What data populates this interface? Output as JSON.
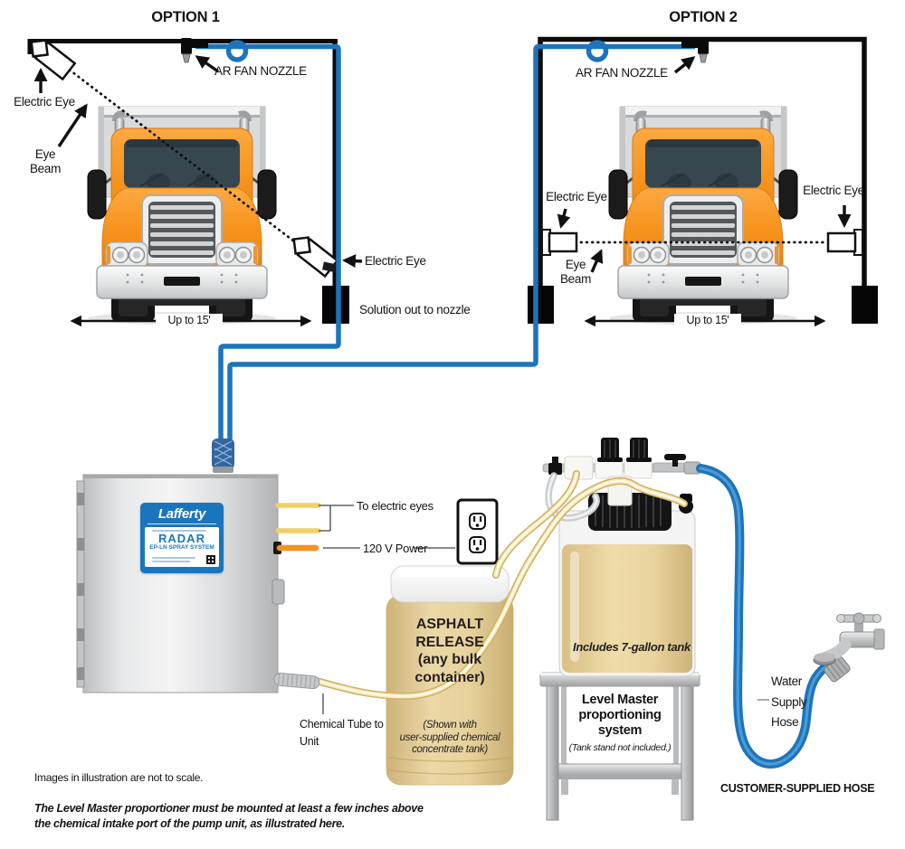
{
  "option1": {
    "title": "OPTION 1",
    "electric_eye_left": "Electric Eye",
    "eye_beam_line1": "Eye",
    "eye_beam_line2": "Beam",
    "ar_fan_nozzle": "AR FAN NOZZLE",
    "electric_eye_right": "Electric Eye",
    "solution_out": "Solution out to nozzle",
    "distance": "Up to 15'"
  },
  "option2": {
    "title": "OPTION 2",
    "ar_fan_nozzle": "AR FAN NOZZLE",
    "electric_eye_left": "Electric Eye",
    "electric_eye_right": "Electric Eye",
    "eye_beam_line1": "Eye",
    "eye_beam_line2": "Beam",
    "distance": "Up to 15'"
  },
  "pump": {
    "brand": "Lafferty",
    "model": "RADAR",
    "system": "EP-LN SPRAY SYSTEM",
    "wires_label": "To electric eyes",
    "power_label": "120 V Power",
    "chem_tube_line1": "Chemical Tube to",
    "chem_tube_line2": "Unit"
  },
  "container": {
    "line1": "ASPHALT",
    "line2": "RELEASE",
    "line3": "(any bulk",
    "line4": "container)",
    "note1": "(Shown with",
    "note2": "user-supplied chemical",
    "note3": "concentrate tank)"
  },
  "proportioner": {
    "tank_note": "Includes 7-gallon tank",
    "name_line1": "Level Master",
    "name_line2": "proportioning",
    "name_line3": "system",
    "stand_note": "(Tank stand not included.)"
  },
  "water": {
    "line1": "Water",
    "line2": "Supply",
    "line3": "Hose",
    "customer": "CUSTOMER-SUPPLIED HOSE"
  },
  "notes": {
    "scale": "Images in illustration are not to scale.",
    "mount_line1": "The Level Master proportioner must be mounted at least a few inches above",
    "mount_line2": "the chemical intake port of the pump unit, as illustrated here."
  },
  "colors": {
    "hose_blue": "#1C74BC",
    "truck_orange": "#F7941E",
    "chemical_tan": "#E3CD96",
    "label_blue": "#1B75BC"
  }
}
